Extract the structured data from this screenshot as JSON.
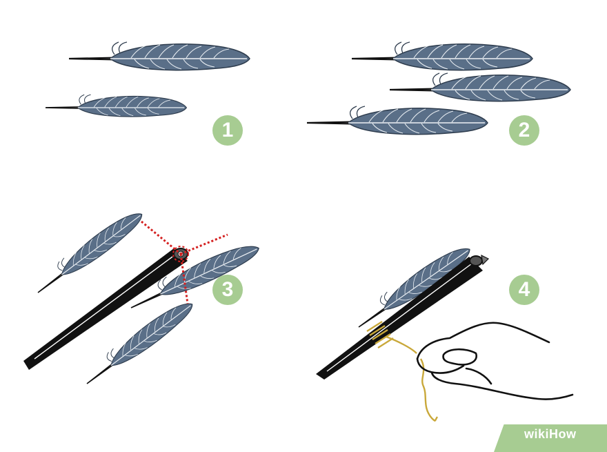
{
  "steps": [
    "1",
    "2",
    "3",
    "4"
  ],
  "watermark": "wikiHow",
  "colors": {
    "feather": "#5a6f88",
    "barb": "#e8edf2",
    "shaft": "#111111",
    "guide": "#d42020",
    "thread": "#c9a83a",
    "badge": "#a7cc92"
  }
}
